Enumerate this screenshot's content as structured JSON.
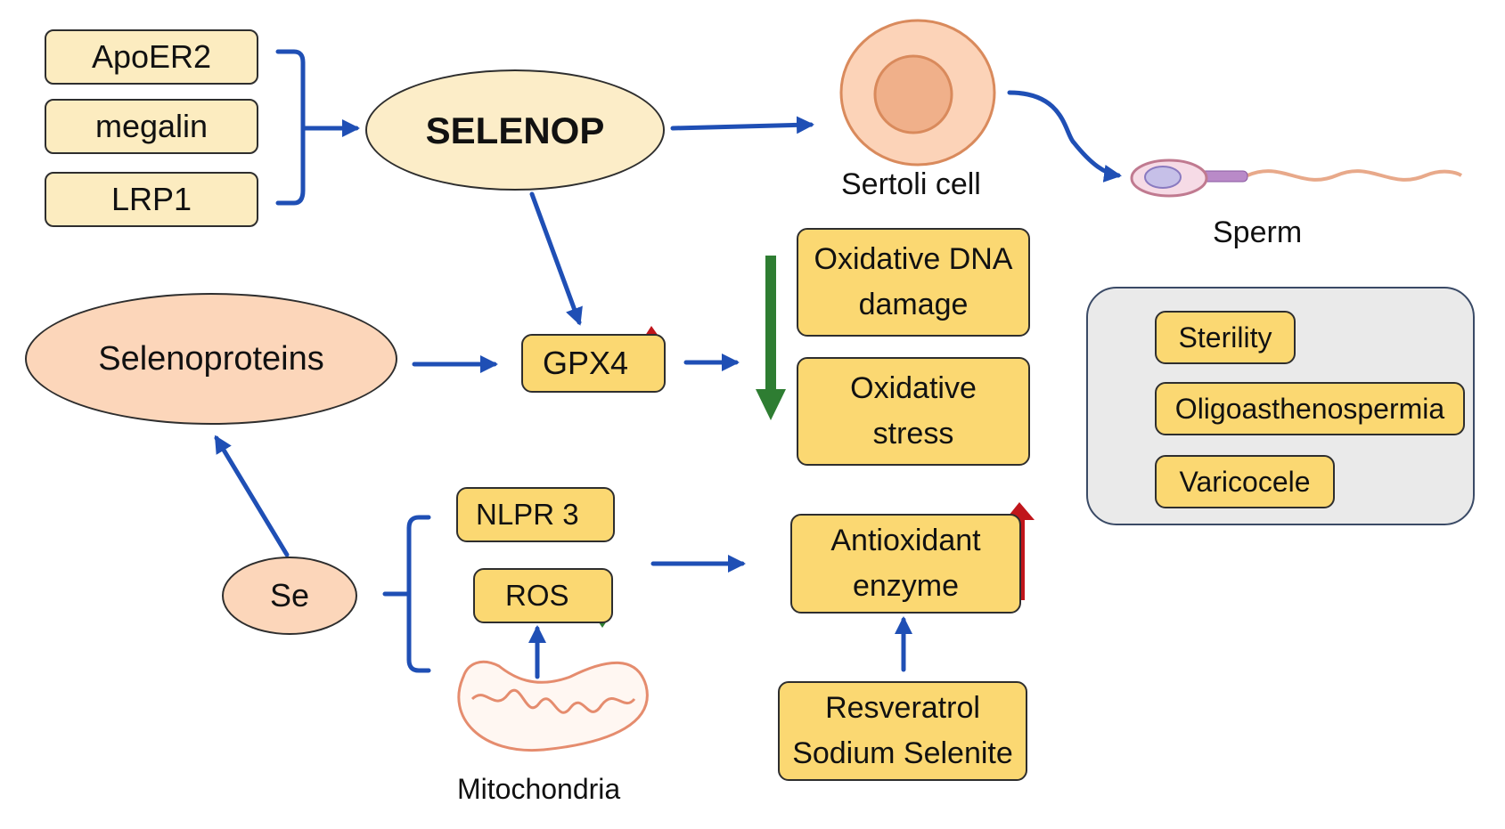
{
  "receptors": [
    "ApoER2",
    "megalin",
    "LRP1"
  ],
  "selenop": "SELENOP",
  "sertoli_cell": "Sertoli cell",
  "sperm": "Sperm",
  "selenoproteins": "Selenoproteins",
  "gpx4": "GPX4",
  "oxidative_dna_damage": [
    "Oxidative DNA",
    "damage"
  ],
  "oxidative_stress": [
    "Oxidative",
    "stress"
  ],
  "outcomes": [
    "Sterility",
    "Oligoasthenospermia",
    "Varicocele"
  ],
  "se": "Se",
  "nlpr3": "NLPR 3",
  "ros": "ROS",
  "mitochondria": "Mitochondria",
  "antioxidant_enzyme": [
    "Antioxidant",
    "enzyme"
  ],
  "treatments": [
    "Resveratrol",
    "Sodium Selenite"
  ],
  "colors": {
    "arrow_blue": "#1f4fb5",
    "up_red": "#c0151b",
    "down_green": "#2e7d32"
  }
}
